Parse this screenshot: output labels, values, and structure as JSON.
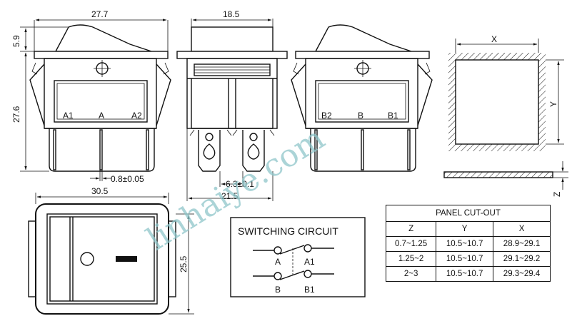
{
  "dimensions": {
    "width_top": "27.7",
    "top_height": "5.9",
    "body_height": "27.6",
    "pin_width": "0.8±0.05",
    "width_side": "18.5",
    "tab_width": "6.3±0.1",
    "depth": "21.5",
    "front_width": "30.5",
    "front_height": "25.5"
  },
  "terminals": {
    "left": [
      "A1",
      "A",
      "A2"
    ],
    "right": [
      "B2",
      "B",
      "B1"
    ]
  },
  "cutout_labels": {
    "x": "X",
    "y": "Y",
    "z": "Z"
  },
  "switching_circuit": {
    "title": "SWITCHING CIRCUIT",
    "labels": [
      "A",
      "A1",
      "B",
      "B1"
    ]
  },
  "panel_cutout": {
    "title": "PANEL CUT-OUT",
    "headers": [
      "Z",
      "Y",
      "X"
    ],
    "rows": [
      [
        "0.7~1.25",
        "10.5~10.7",
        "28.9~29.1"
      ],
      [
        "1.25~2",
        "10.5~10.7",
        "29.1~29.2"
      ],
      [
        "2~3",
        "10.5~10.7",
        "29.3~29.4"
      ]
    ]
  },
  "watermark": "linhaiye.com"
}
